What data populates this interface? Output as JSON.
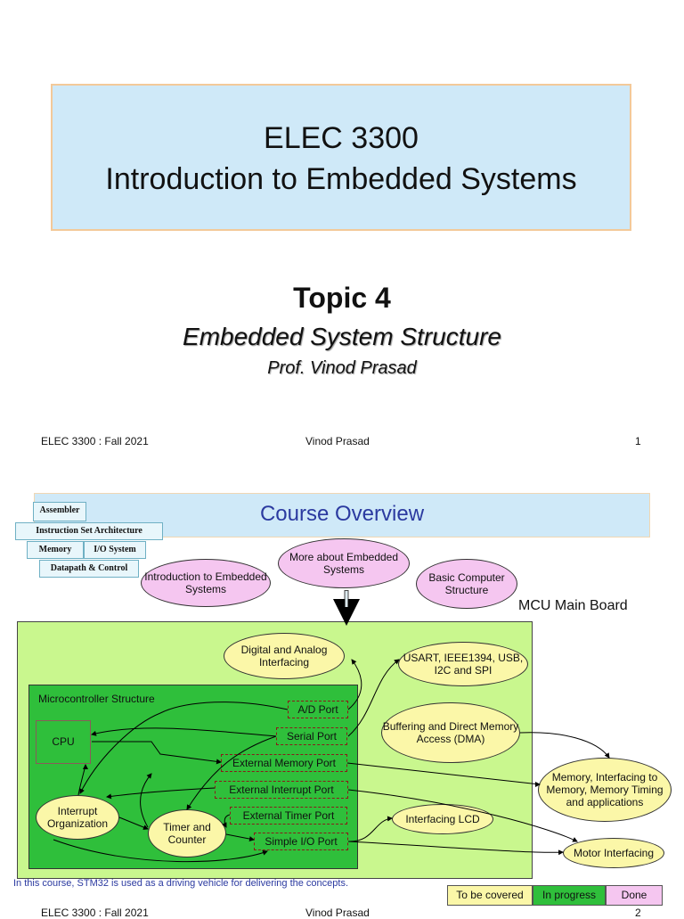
{
  "slide1": {
    "title_line1": "ELEC 3300",
    "title_line2": "Introduction to Embedded Systems",
    "topic": "Topic 4",
    "subtitle": "Embedded System Structure",
    "author": "Prof. Vinod Prasad",
    "footer": {
      "course": "ELEC 3300 : Fall 2021",
      "author": "Vinod Prasad",
      "page": "1"
    }
  },
  "slide2": {
    "title": "Course Overview",
    "stack": {
      "assembler": "Assembler",
      "isa": "Instruction Set Architecture",
      "memory": "Memory",
      "io_system": "I/O System",
      "datapath": "Datapath & Control"
    },
    "topics": {
      "intro": "Introduction to Embedded Systems",
      "more": "More about Embedded Systems",
      "basic": "Basic Computer Structure"
    },
    "board_label": "MCU Main Board",
    "mcu_label": "Microcontroller Structure",
    "cpu": "CPU",
    "interrupt_org": "Interrupt Organization",
    "timer_counter": "Timer and Counter",
    "ports": {
      "ad": "A/D Port",
      "serial": "Serial Port",
      "ext_memory": "External Memory Port",
      "ext_interrupt": "External Interrupt Port",
      "ext_timer": "External Timer Port",
      "simple_io": "Simple I/O Port"
    },
    "modules": {
      "digital_analog": "Digital and Analog Interfacing",
      "usart": "USART, IEEE1394, USB, I2C and SPI",
      "dma": "Buffering and Direct Memory Access (DMA)",
      "memory_int": "Memory, Interfacing to Memory, Memory Timing and applications",
      "lcd": "Interfacing LCD",
      "motor": "Motor Interfacing"
    },
    "note": "In this course, STM32 is used as a driving vehicle for delivering the concepts.",
    "legend": {
      "to_be_covered": "To be covered",
      "in_progress": "In progress",
      "done": "Done"
    },
    "colors": {
      "to_be_covered": "#fbf7a8",
      "in_progress": "#2fbf3b",
      "done": "#f5c6f0"
    },
    "footer": {
      "course": "ELEC 3300 : Fall 2021",
      "author": "Vinod Prasad",
      "page": "2"
    }
  }
}
